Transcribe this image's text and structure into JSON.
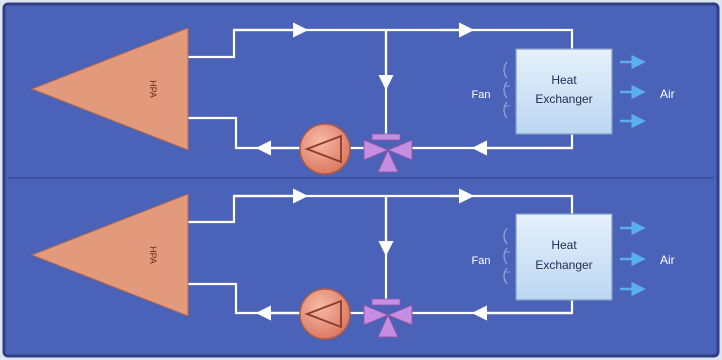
{
  "colors": {
    "background": "#4a62b8",
    "border": "#2f3f86",
    "pipe": "#ffffff",
    "hpa_fill": "#e39a7c",
    "pump_fill": "#ef9a84",
    "valve_fill": "#c68ee0",
    "exchanger_fill": "#cfe4f7",
    "air_arrow": "#5ab0ee",
    "label_text": "#ffffff"
  },
  "circuits": [
    {
      "hpa_label": "HPA",
      "exchanger_label_line1": "Heat",
      "exchanger_label_line2": "Exchanger",
      "fan_label": "Fan",
      "air_label": "Air"
    },
    {
      "hpa_label": "HPA",
      "exchanger_label_line1": "Heat",
      "exchanger_label_line2": "Exchanger",
      "fan_label": "Fan",
      "air_label": "Air"
    }
  ],
  "icons": {
    "hpa": "hpa-triangle-icon",
    "pump": "pump-icon",
    "valve": "three-way-valve-icon",
    "fan": "fan-icon",
    "air": "air-arrow-icon"
  }
}
